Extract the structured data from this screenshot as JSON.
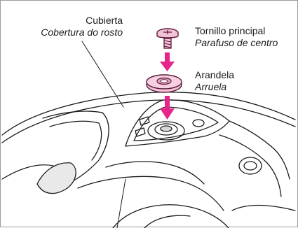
{
  "labels": {
    "cover": {
      "es": "Cubierta",
      "pt": "Cobertura do rosto"
    },
    "screw": {
      "es": "Tornillo principal",
      "pt": "Parafuso de centro"
    },
    "washer": {
      "es": "Arandela",
      "pt": "Arruela"
    }
  },
  "colors": {
    "arrow": "#e6248a",
    "part_fill": "#f2c2d8",
    "part_stroke": "#5a1a38",
    "line": "#1a1a1a"
  },
  "icons": [
    "screw-icon",
    "washer-icon",
    "arrow-down-icon",
    "arrow-down-icon"
  ]
}
